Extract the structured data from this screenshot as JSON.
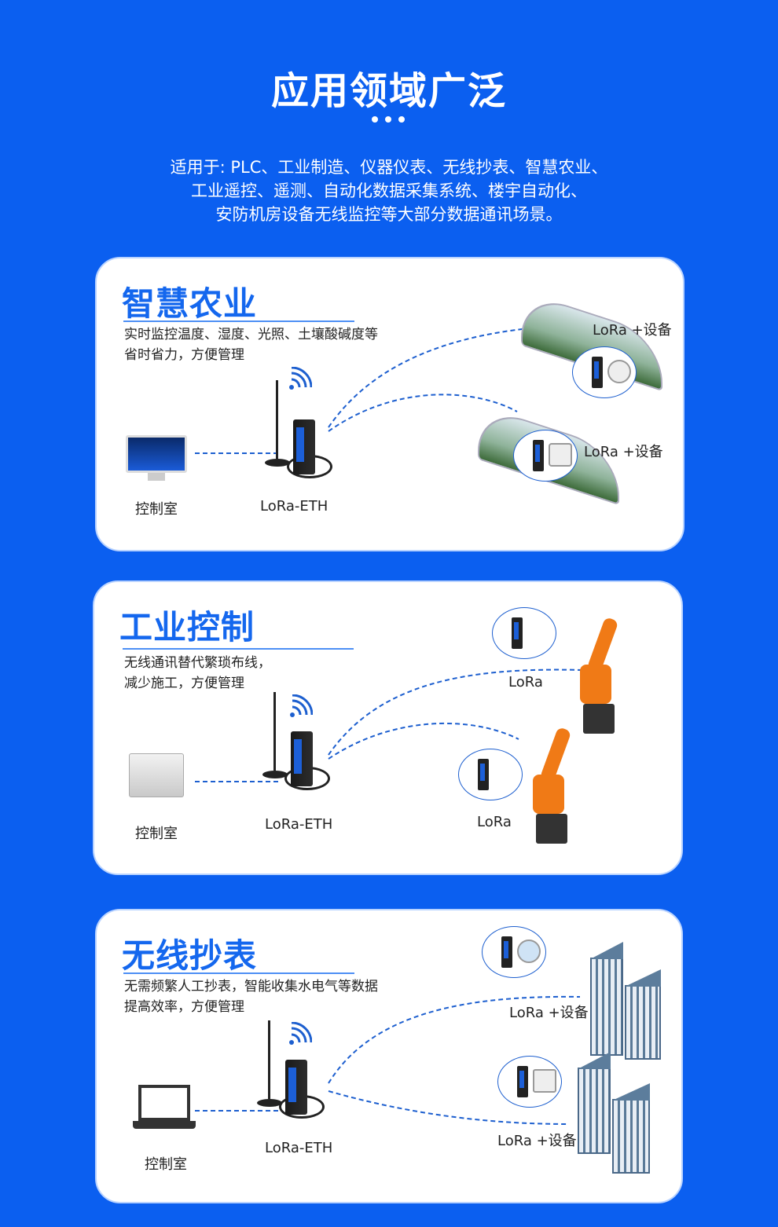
{
  "header": {
    "title": "应用领域广泛",
    "description": [
      "适用于: PLC、工业制造、仪器仪表、无线抄表、智慧农业、",
      "工业遥控、遥测、自动化数据采集系统、楼宇自动化、",
      "安防机房设备无线监控等大部分数据通讯场景。"
    ]
  },
  "cards": [
    {
      "title": "智慧农业",
      "lines": [
        "实时监控温度、湿度、光照、土壤酸碱度等",
        "省时省力，方便管理"
      ],
      "control_label": "控制室",
      "gateway_label": "LoRa-ETH",
      "remote_labels": [
        "LoRa +设备",
        "LoRa +设备"
      ]
    },
    {
      "title": "工业控制",
      "lines": [
        "无线通讯替代繁琐布线，",
        "减少施工，方便管理"
      ],
      "control_label": "控制室",
      "gateway_label": "LoRa-ETH",
      "remote_labels": [
        "LoRa",
        "LoRa"
      ]
    },
    {
      "title": "无线抄表",
      "lines": [
        "无需频繁人工抄表，智能收集水电气等数据",
        "提高效率，方便管理"
      ],
      "control_label": "控制室",
      "gateway_label": "LoRa-ETH",
      "remote_labels": [
        "LoRa +设备",
        "LoRa +设备"
      ]
    }
  ],
  "colors": {
    "background": "#0b5ff0",
    "accent": "#1467ee",
    "link": "#1d5fcf"
  }
}
